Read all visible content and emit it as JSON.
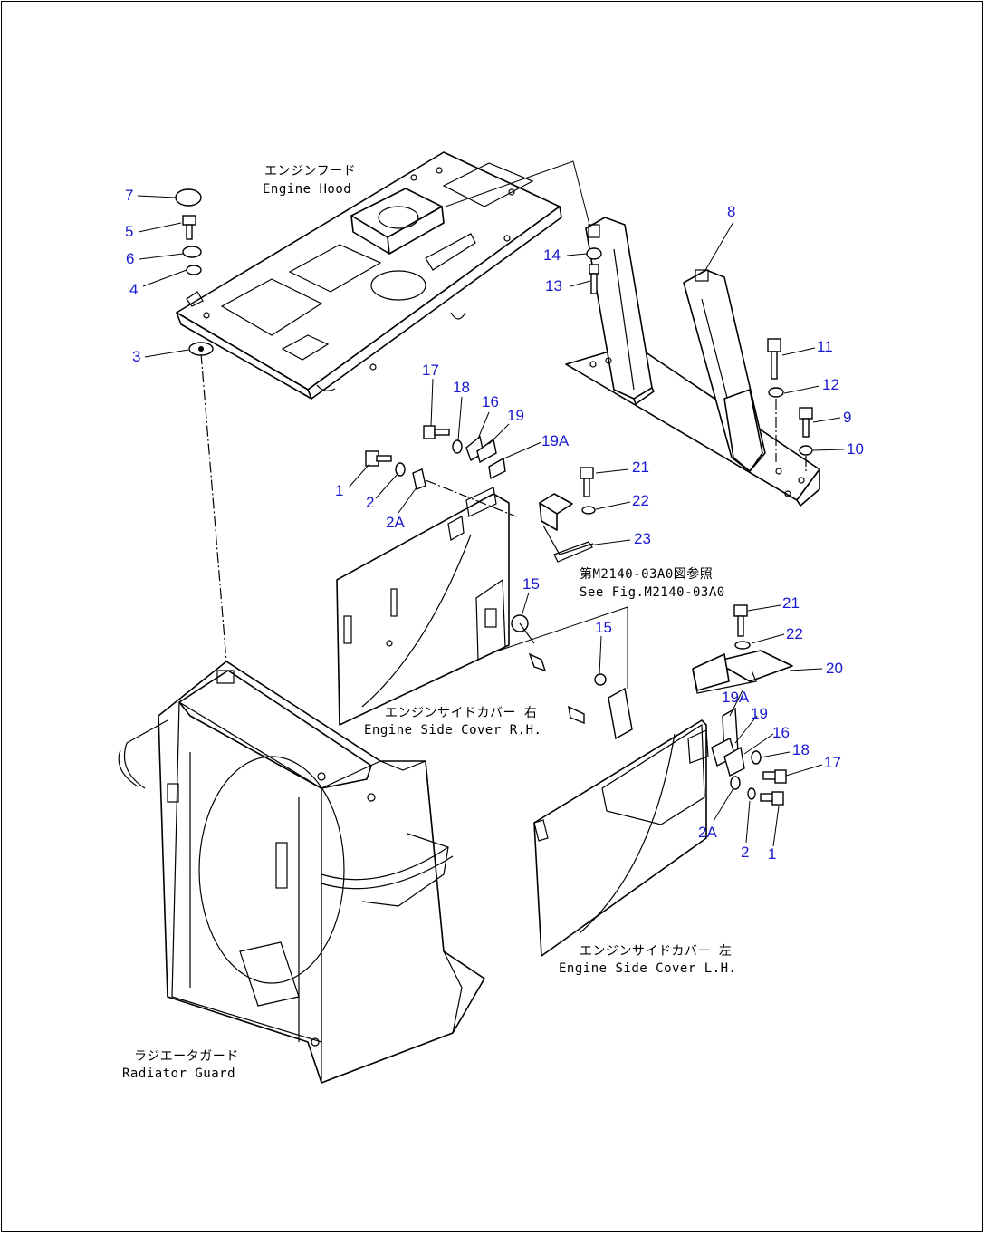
{
  "labels": {
    "engine_hood_jp": "エンジンフード",
    "engine_hood_en": "Engine Hood",
    "side_cover_rh_jp": "エンジンサイドカバー 右",
    "side_cover_rh_en": "Engine Side Cover R.H.",
    "side_cover_lh_jp": "エンジンサイドカバー 左",
    "side_cover_lh_en": "Engine Side Cover L.H.",
    "radiator_guard_jp": "ラジエータガード",
    "radiator_guard_en": "Radiator Guard",
    "see_fig_jp": "第M2140-03A0図参照",
    "see_fig_en": "See Fig.M2140-03A0"
  },
  "callouts": {
    "c7": "7",
    "c5": "5",
    "c6": "6",
    "c4": "4",
    "c3": "3",
    "c14": "14",
    "c13": "13",
    "c8": "8",
    "c11": "11",
    "c12": "12",
    "c9": "9",
    "c10": "10",
    "c17a": "17",
    "c18a": "18",
    "c16a": "16",
    "c19a": "19",
    "c19Aa": "19A",
    "c1a": "1",
    "c2a": "2",
    "c2Aa": "2A",
    "c21a": "21",
    "c22a": "22",
    "c23": "23",
    "c15a": "15",
    "c15b": "15",
    "c21b": "21",
    "c22b": "22",
    "c20": "20",
    "c19Ab": "19A",
    "c19b": "19",
    "c16b": "16",
    "c18b": "18",
    "c17b": "17",
    "c2Ab": "2A",
    "c2b": "2",
    "c1b": "1"
  }
}
